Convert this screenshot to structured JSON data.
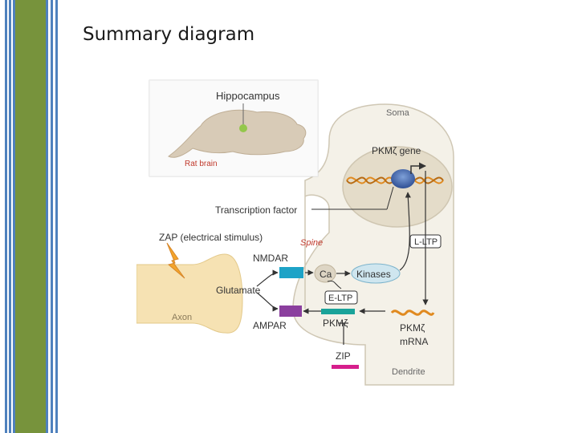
{
  "slide": {
    "title": "Summary diagram"
  },
  "diagram": {
    "inset_title": "Hippocampus",
    "inset_caption": "Rat brain",
    "labels": {
      "soma": "Soma",
      "gene": "PKMζ gene",
      "transcription_factor": "Transcription factor",
      "zap": "ZAP (electrical stimulus)",
      "spine": "Spine",
      "l_ltp": "L-LTP",
      "nmdar": "NMDAR",
      "ca": "Ca",
      "kinases": "Kinases",
      "glutamate": "Glutamate",
      "e_ltp": "E-LTP",
      "axon": "Axon",
      "ampar": "AMPAR",
      "pkmz_protein": "PKMζ",
      "pkmz_mrna_1": "PKMζ",
      "pkmz_mrna_2": "mRNA",
      "zip": "ZIP",
      "dendrite": "Dendrite"
    },
    "colors": {
      "sidebar_green": "#77933c",
      "sidebar_blue": "#4f81bd",
      "cell_fill": "#f4f1e8",
      "nucleus_fill": "#e4dcc9",
      "axon_fill": "#f6e2b3",
      "nmdar": "#1ea3c7",
      "ampar": "#8b3f9e",
      "pkmz": "#1aa39a",
      "zip": "#d61e8c",
      "mrna": "#e08a20",
      "red_text": "#c0392b"
    }
  }
}
